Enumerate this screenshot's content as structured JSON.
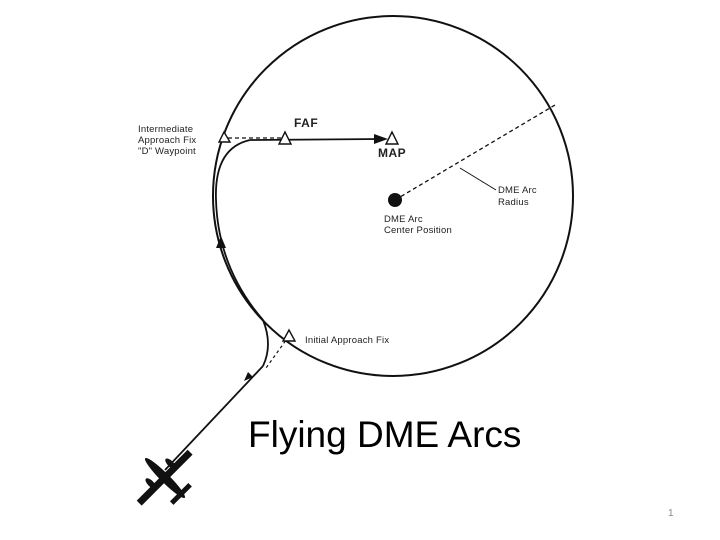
{
  "slide": {
    "title": "Flying DME Arcs",
    "number": "1"
  },
  "diagram": {
    "labels": {
      "if_line1": "Intermediate",
      "if_line2": "Approach Fix",
      "if_line3": "\"D\" Waypoint",
      "faf": "FAF",
      "map": "MAP",
      "radius_line1": "DME Arc",
      "radius_line2": "Radius",
      "center_line1": "DME Arc",
      "center_line2": "Center Position",
      "iaf": "Initial Approach Fix"
    },
    "icons": [
      "airplane-icon",
      "waypoint-triangle-icon",
      "center-dot-icon",
      "arrowhead-icon"
    ],
    "colors": {
      "line": "#111111",
      "text": "#222222",
      "background": "#ffffff"
    }
  }
}
